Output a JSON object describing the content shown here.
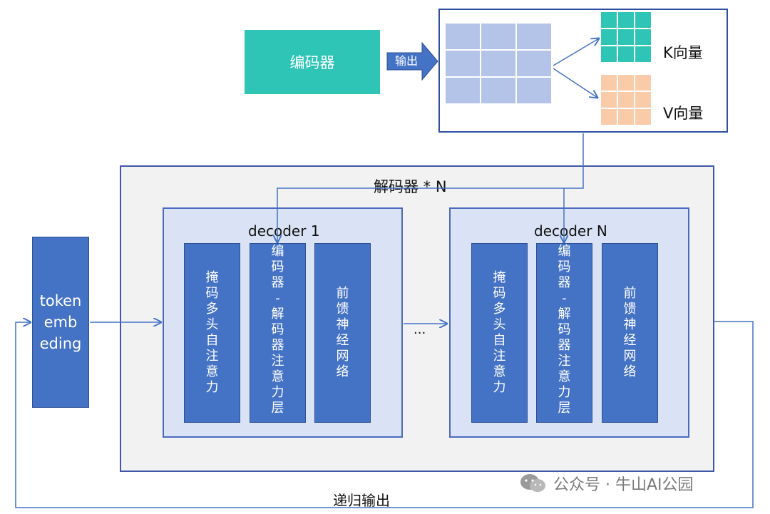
{
  "encoder": {
    "label": "编码器"
  },
  "output_arrow": {
    "label": "输出"
  },
  "k_vector": {
    "label": "K向量"
  },
  "v_vector": {
    "label": "V向量"
  },
  "decoder_stack": {
    "title": "解码器 * N"
  },
  "decoder1": {
    "title": "decoder 1",
    "blocks": [
      {
        "chars": [
          "掩",
          "码",
          "多",
          "头",
          "自",
          "注",
          "意",
          "力"
        ]
      },
      {
        "chars": [
          "编",
          "码",
          "器",
          "-",
          "解",
          "码",
          "器",
          "注",
          "意",
          "力",
          "层"
        ]
      },
      {
        "chars": [
          "前",
          "馈",
          "神",
          "经",
          "网",
          "络"
        ]
      }
    ]
  },
  "decoderN": {
    "title": "decoder N",
    "blocks": [
      {
        "chars": [
          "掩",
          "码",
          "多",
          "头",
          "自",
          "注",
          "意",
          "力"
        ]
      },
      {
        "chars": [
          "编",
          "码",
          "器",
          "-",
          "解",
          "码",
          "器",
          "注",
          "意",
          "力",
          "层"
        ]
      },
      {
        "chars": [
          "前",
          "馈",
          "神",
          "经",
          "网",
          "络"
        ]
      }
    ]
  },
  "ellipsis": "...",
  "token_embedding": {
    "lines": [
      "token",
      "emb",
      "eding"
    ]
  },
  "recursive_output": {
    "label": "递归输出"
  },
  "watermark": {
    "text": "公众号 · 牛山AI公园"
  },
  "colors": {
    "teal": "#2ec4b6",
    "blue": "#4472c4",
    "light_blue": "#b4c4e8",
    "orange": "#f9cba8"
  }
}
